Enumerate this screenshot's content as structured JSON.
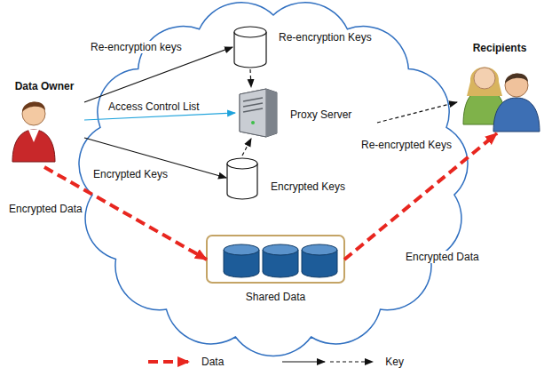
{
  "diagram": {
    "nodes": [
      {
        "text": [
          "Data Owner"
        ]
      },
      {
        "text": [
          "Re-encryption Keys"
        ]
      },
      {
        "text": [
          "Proxy Server"
        ]
      },
      {
        "text": [
          "Encrypted Keys"
        ]
      },
      {
        "text": [
          "Shared Data"
        ]
      },
      {
        "text": [
          "Recipients"
        ]
      }
    ],
    "edges": [
      {
        "from": 0,
        "to": 1,
        "label": "Re-encryption keys",
        "arrow": "to"
      },
      {
        "from": 0,
        "to": 2,
        "label": "Access Control List",
        "arrow": "to"
      },
      {
        "from": 0,
        "to": 3,
        "label": "Encrypted Keys",
        "arrow": "to"
      },
      {
        "from": 0,
        "to": 4,
        "label": "Encrypted Data",
        "arrow": "to"
      },
      {
        "from": 1,
        "to": 2,
        "arrow": "to"
      },
      {
        "from": 3,
        "to": 2,
        "arrow": "to"
      },
      {
        "from": 2,
        "to": 5,
        "label": "Re-encrypted Keys",
        "arrow": "to"
      },
      {
        "from": 4,
        "to": 5,
        "label": "Encrypted Data",
        "arrow": "to"
      }
    ],
    "legend": [
      {
        "text": "Data"
      },
      {
        "text": "Key"
      }
    ]
  }
}
